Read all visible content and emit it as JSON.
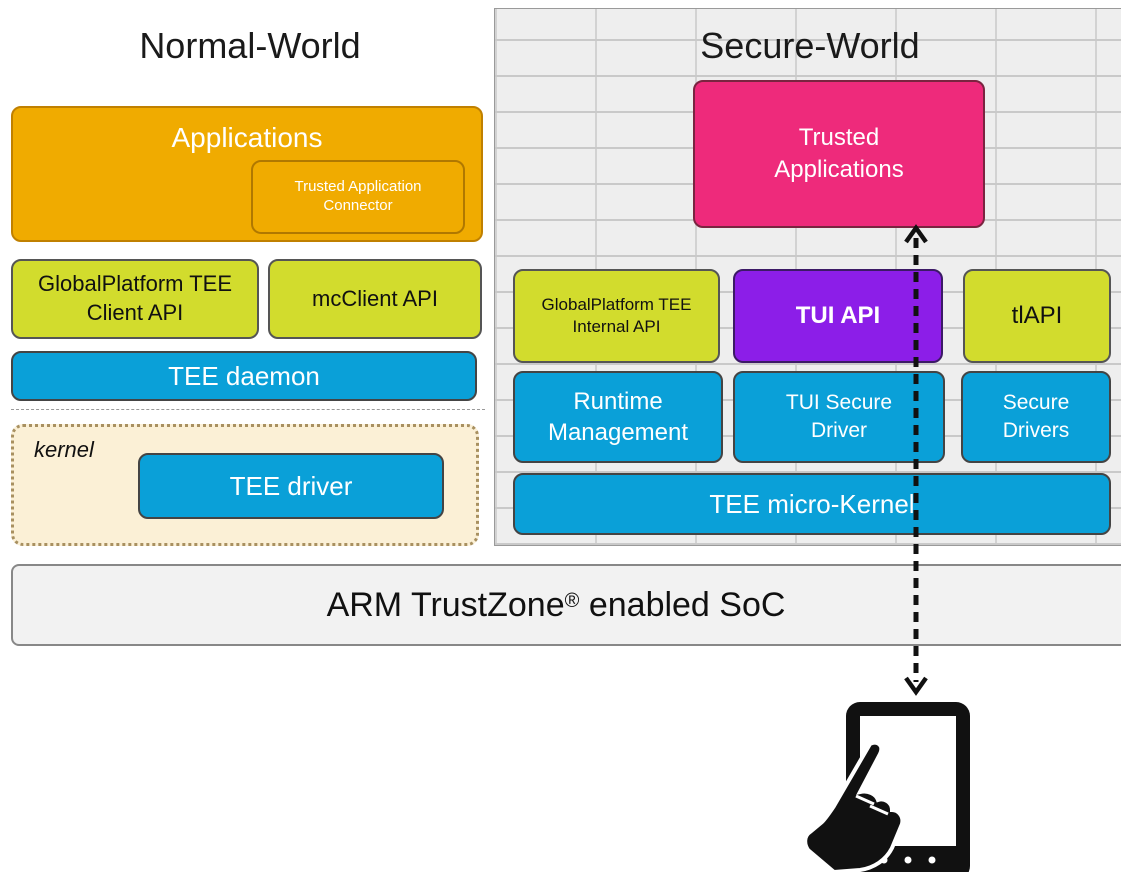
{
  "normal_world": {
    "title": "Normal-World",
    "applications": "Applications",
    "ta_connector": "Trusted Application Connector",
    "gp_client_api": "GlobalPlatform TEE Client API",
    "mcclient_api": "mcClient API",
    "tee_daemon": "TEE daemon",
    "kernel_label": "kernel",
    "tee_driver": "TEE driver"
  },
  "secure_world": {
    "title": "Secure-World",
    "trusted_apps": "Trusted Applications",
    "gp_internal_api": "GlobalPlatform TEE Internal API",
    "tui_api": "TUI API",
    "tlapi": "tlAPI",
    "runtime_mgmt": "Runtime Management",
    "tui_secure_driver": "TUI Secure Driver",
    "secure_drivers": "Secure Drivers",
    "micro_kernel": "TEE micro-Kernel"
  },
  "soc": {
    "label": "ARM TrustZone",
    "reg": "®",
    "label_end": " enabled SoC"
  },
  "colors": {
    "orange": "#f0ab00",
    "lime": "#d2dc2d",
    "blue": "#0aa0d8",
    "pink": "#ee2a7b",
    "purple": "#8c1ee8"
  },
  "icons": [
    "tablet-icon",
    "pointing-hand-icon",
    "double-arrow-icon"
  ]
}
